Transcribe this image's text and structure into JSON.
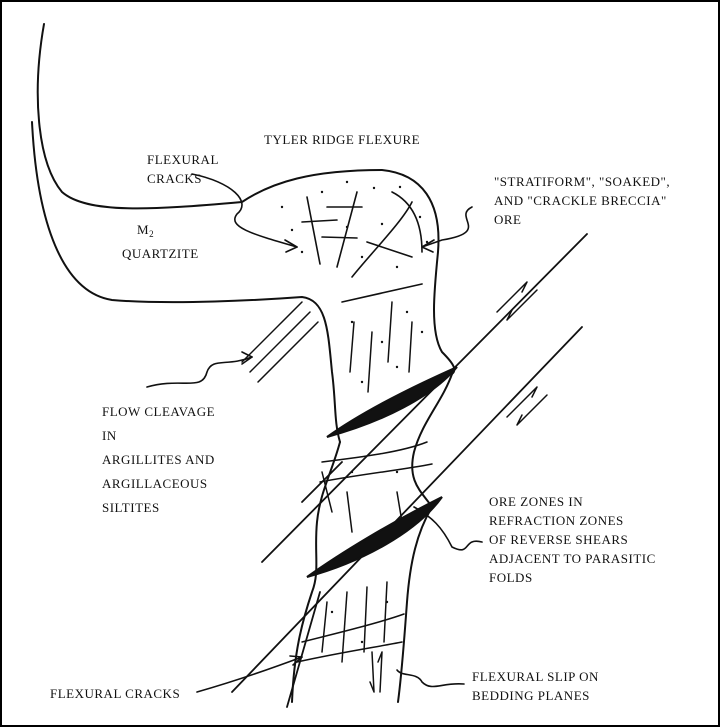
{
  "title": "TYLER RIDGE FLEXURE",
  "labels": {
    "flexural_cracks_top": [
      "FLEXURAL",
      "CRACKS"
    ],
    "quartzite": {
      "m": "M",
      "sub": "2",
      "name": "QUARTZITE"
    },
    "ore_types": [
      "\"STRATIFORM\", \"SOAKED\",",
      "AND \"CRACKLE BRECCIA\"",
      "ORE"
    ],
    "flow_cleavage": [
      "FLOW CLEAVAGE",
      "IN",
      "ARGILLITES AND",
      "ARGILLACEOUS",
      "SILTITES"
    ],
    "ore_zones": [
      "ORE ZONES IN",
      "REFRACTION ZONES",
      "OF REVERSE SHEARS",
      "ADJACENT TO PARASITIC",
      "FOLDS"
    ],
    "flexural_cracks_bottom": "FLEXURAL CRACKS",
    "flexural_slip": [
      "FLEXURAL SLIP ON",
      "BEDDING PLANES"
    ]
  }
}
